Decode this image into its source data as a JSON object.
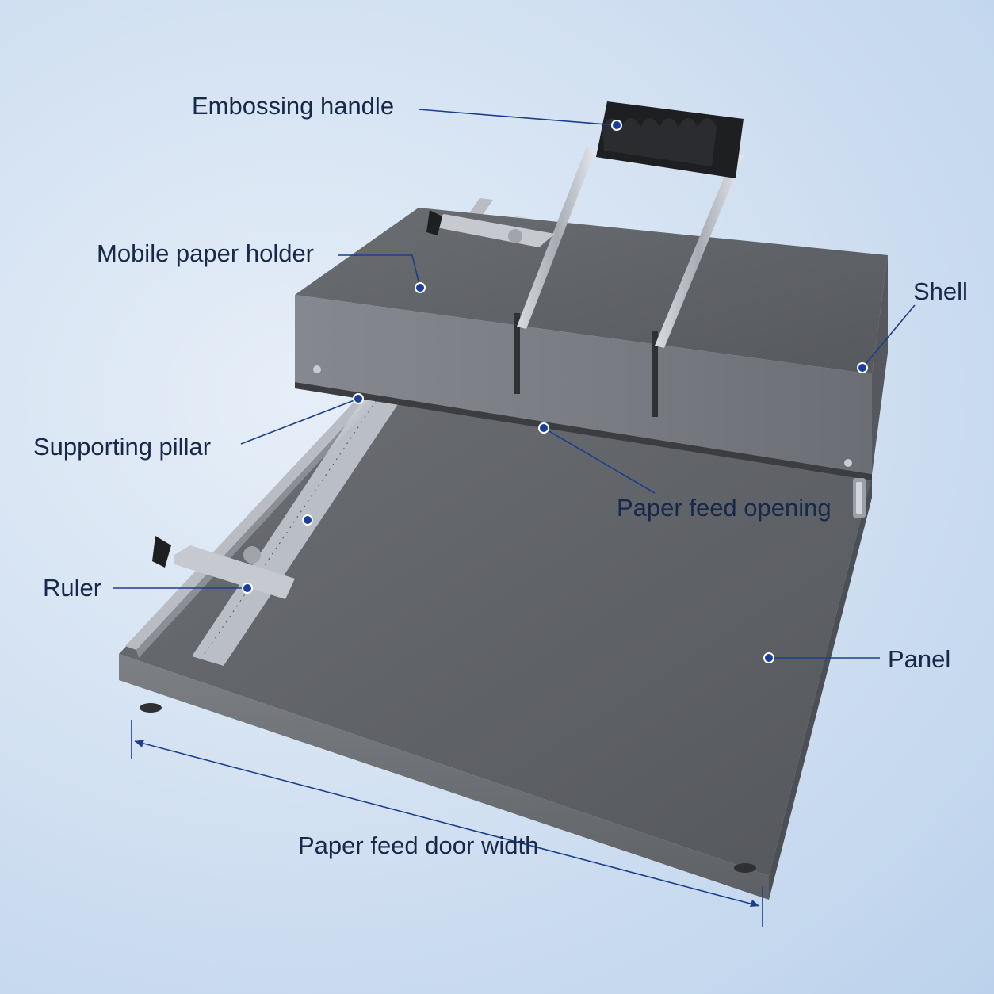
{
  "labels": {
    "embossing_handle": "Embossing handle",
    "mobile_paper_holder": "Mobile paper holder",
    "shell": "Shell",
    "supporting_pillar": "Supporting pillar",
    "paper_feed_opening": "Paper feed opening",
    "ruler": "Ruler",
    "panel": "Panel",
    "paper_feed_door_width": "Paper feed door width"
  },
  "colors": {
    "callout_line": "#1c3f8c",
    "callout_dot": "#1a3f9a",
    "label_text": "#17284a",
    "machine_body": "#6f7276",
    "panel_surface": "#5e6166"
  }
}
